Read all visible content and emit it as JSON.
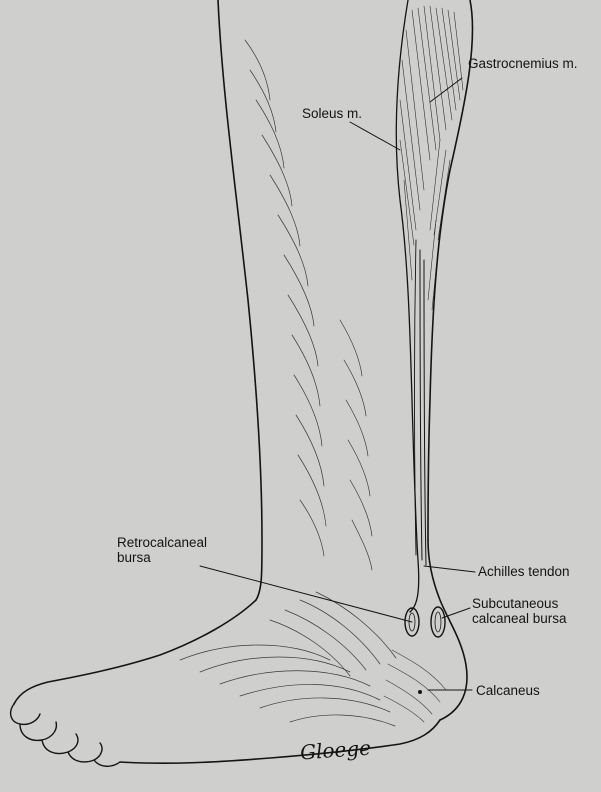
{
  "labels": {
    "gastrocnemius": "Gastrocnemius m.",
    "soleus": "Soleus m.",
    "retrocalcaneal_line1": "Retrocalcaneal",
    "retrocalcaneal_line2": "bursa",
    "achilles": "Achilles tendon",
    "subcutaneous_line1": "Subcutaneous",
    "subcutaneous_line2": "calcaneal bursa",
    "calcaneus": "Calcaneus"
  },
  "signature": "Gloege",
  "colors": {
    "background": "#cfcfcd",
    "ink": "#141414",
    "show_through_text": "#7a7a78"
  }
}
